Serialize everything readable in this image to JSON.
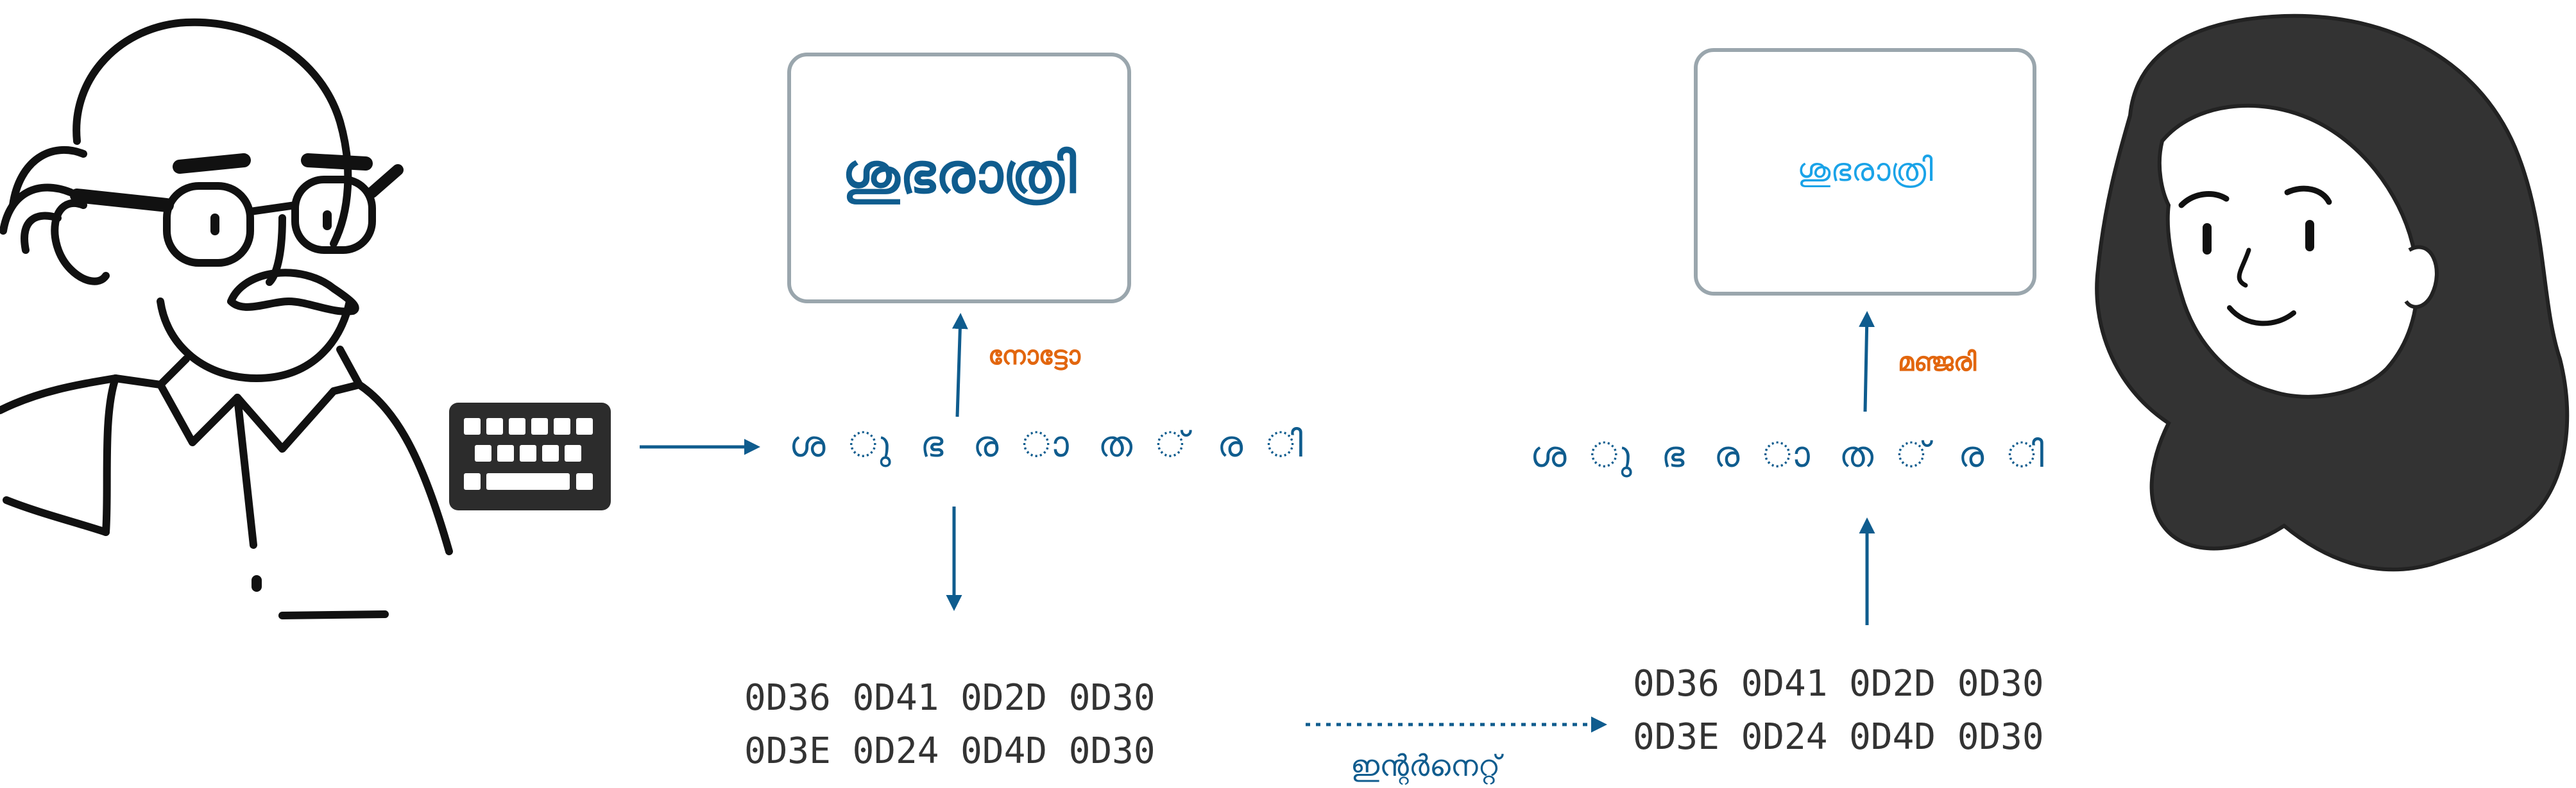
{
  "colors": {
    "primary": "#0f5c8e",
    "accent": "#e2660e",
    "light_blue": "#1aa3e8",
    "box_border": "#9aa6ad",
    "ink": "#111111",
    "hair": "#333333",
    "key": "#2c2c2c"
  },
  "sender": {
    "icon": "man-with-glasses-icon",
    "keyboard_icon": "keyboard-icon",
    "rendered_text": "ശുഭരാത്രി",
    "font_label": "നോട്ടോ",
    "code_sequence": "ശ ു ഭ ര ാ ത ് ര ി",
    "code_line1": "0D36 0D41 0D2D 0D30",
    "code_line2": "0D3E 0D24 0D4D 0D30"
  },
  "transfer": {
    "label": "ഇന്റർനെറ്റ്"
  },
  "receiver": {
    "icon": "woman-portrait-icon",
    "rendered_text": "ശുഭരാത്രി",
    "font_label": "മഞ്ജരി",
    "code_sequence": "ശ ു ഭ ര ാ ത ് ര ി",
    "code_line1": "0D36 0D41 0D2D 0D30",
    "code_line2": "0D3E 0D24 0D4D 0D30"
  }
}
